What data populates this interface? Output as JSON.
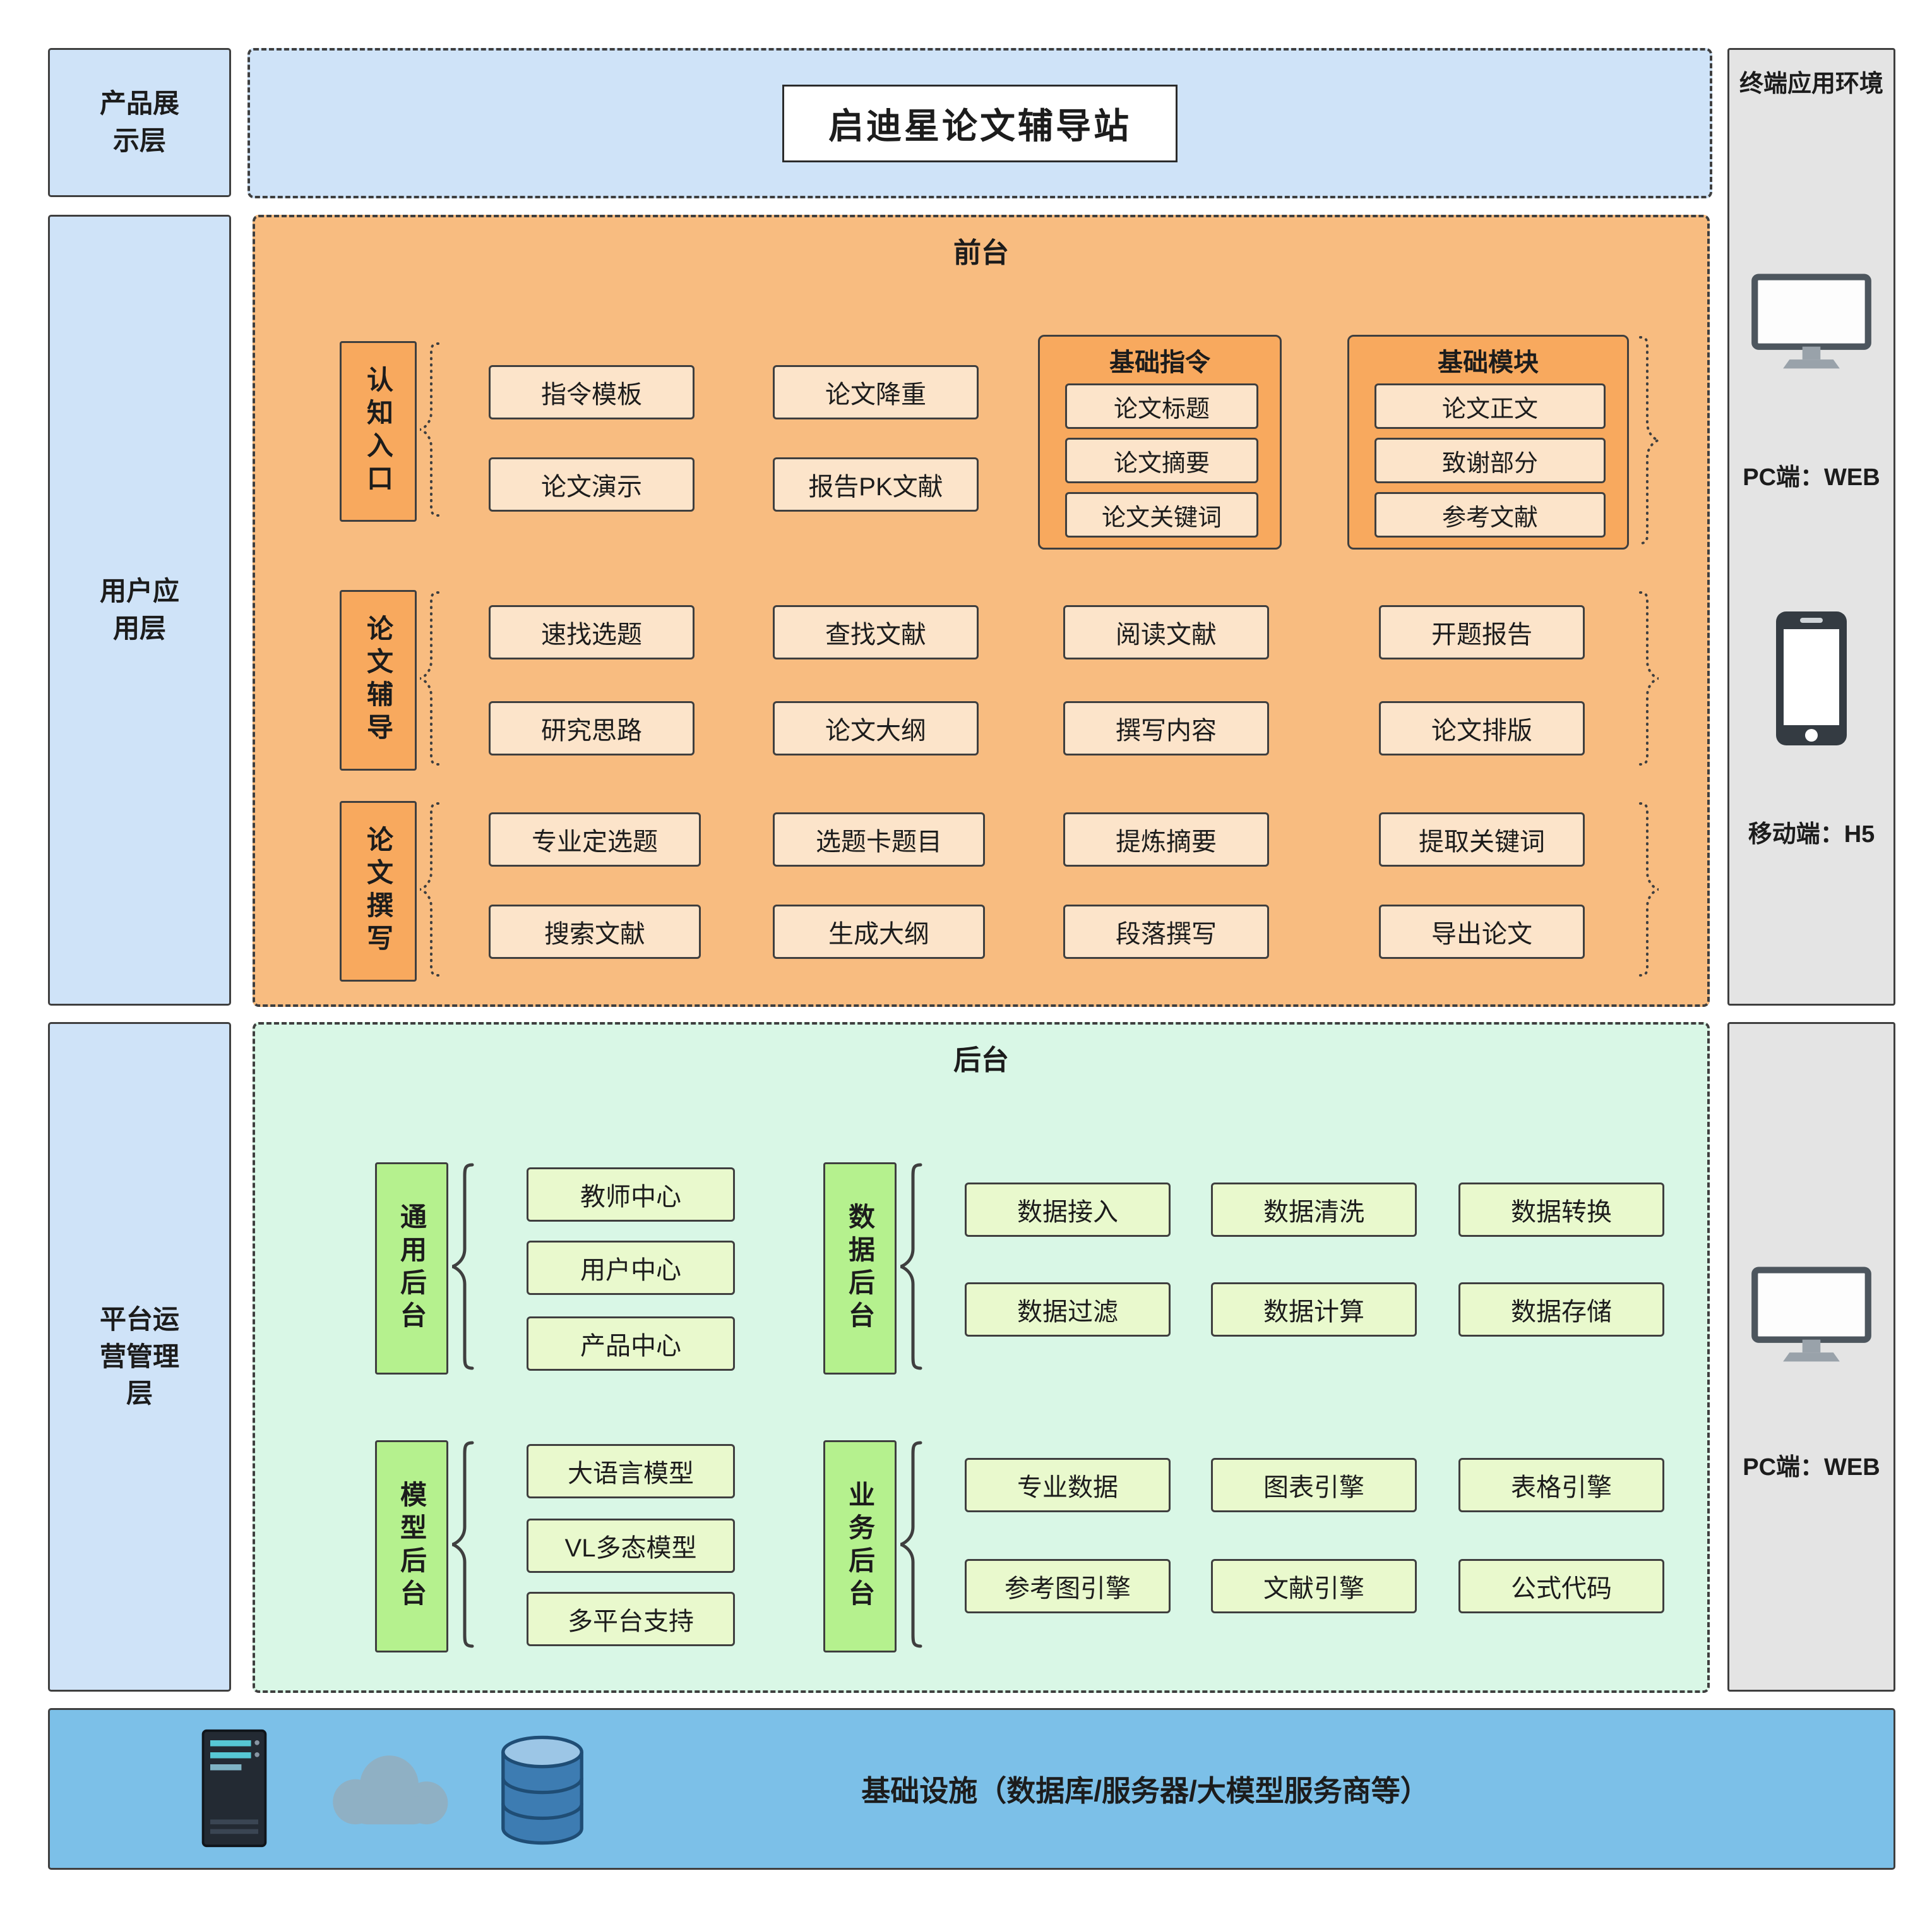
{
  "title": "启迪星论文辅导站",
  "layers": {
    "product_display": "产品展示层",
    "user_application": "用户应用层",
    "platform_operation": "平台运营管理层"
  },
  "frontend": {
    "header": "前台",
    "row1": {
      "group": "认知入口",
      "col1": [
        "指令模板",
        "论文演示"
      ],
      "col2": [
        "论文降重",
        "报告PK文献"
      ],
      "panel1": {
        "title": "基础指令",
        "items": [
          "论文标题",
          "论文摘要",
          "论文关键词"
        ]
      },
      "panel2": {
        "title": "基础模块",
        "items": [
          "论文正文",
          "致谢部分",
          "参考文献"
        ]
      }
    },
    "row2": {
      "group": "论文辅导",
      "cols": [
        [
          "速找选题",
          "研究思路"
        ],
        [
          "查找文献",
          "论文大纲"
        ],
        [
          "阅读文献",
          "撰写内容"
        ],
        [
          "开题报告",
          "论文排版"
        ]
      ]
    },
    "row3": {
      "group": "论文撰写",
      "cols": [
        [
          "专业定选题",
          "搜索文献"
        ],
        [
          "选题卡题目",
          "生成大纲"
        ],
        [
          "提炼摘要",
          "段落撰写"
        ],
        [
          "提取关键词",
          "导出论文"
        ]
      ]
    }
  },
  "backend": {
    "header": "后台",
    "general": {
      "label": "通用后台",
      "items": [
        "教师中心",
        "用户中心",
        "产品中心"
      ]
    },
    "data": {
      "label": "数据后台",
      "items": [
        "数据接入",
        "数据清洗",
        "数据转换",
        "数据过滤",
        "数据计算",
        "数据存储"
      ]
    },
    "model": {
      "label": "模型后台",
      "items": [
        "大语言模型",
        "VL多态模型",
        "多平台支持"
      ]
    },
    "business": {
      "label": "业务后台",
      "items": [
        "专业数据",
        "图表引擎",
        "表格引擎",
        "参考图引擎",
        "文献引擎",
        "公式代码"
      ]
    }
  },
  "terminal": {
    "header": "终端应用环境",
    "pc_web": "PC端：WEB",
    "mobile_h5": "移动端：H5",
    "pc_web_admin": "PC端：WEB"
  },
  "infrastructure": {
    "label": "基础设施（数据库/服务器/大模型服务商等）"
  },
  "colors": {
    "layer_blue": "#cfe3f8",
    "frontend_orange": "#f8bc80",
    "frontend_item": "#fce4ca",
    "frontend_label": "#f8a95e",
    "backend_green": "#d9f7e6",
    "backend_label": "#b5f18e",
    "backend_item": "#e9f9cd",
    "terminal_gray": "#e4e4e4",
    "infra_blue": "#7cc0e8",
    "border_dark": "#3f3f3f"
  }
}
